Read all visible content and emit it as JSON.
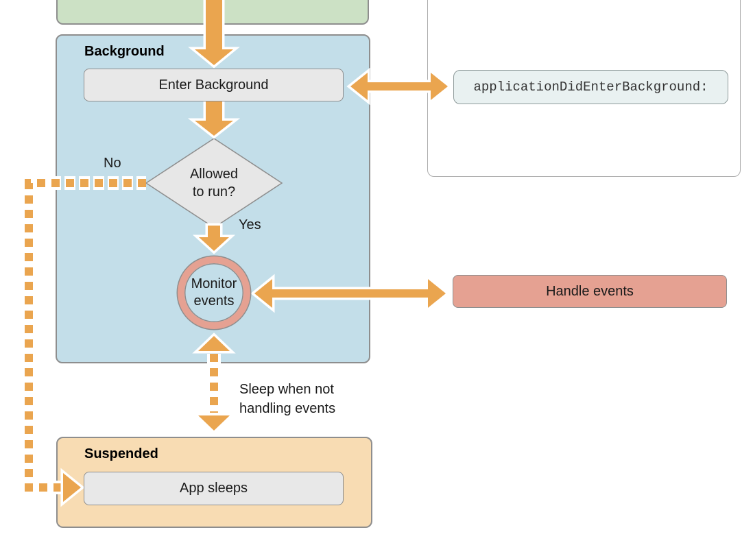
{
  "groups": {
    "background": {
      "title": "Background"
    },
    "suspended": {
      "title": "Suspended"
    }
  },
  "nodes": {
    "enter_background": {
      "label": "Enter Background"
    },
    "allowed_to_run": {
      "line1": "Allowed",
      "line2": "to run?"
    },
    "monitor_events": {
      "line1": "Monitor",
      "line2": "events"
    },
    "handle_events": {
      "label": "Handle events"
    },
    "app_sleeps": {
      "label": "App sleeps"
    },
    "callback_code": {
      "label": "applicationDidEnterBackground:"
    }
  },
  "edge_labels": {
    "no": "No",
    "yes": "Yes",
    "sleep_line1": "Sleep when not",
    "sleep_line2": "handling events"
  },
  "colors": {
    "arrow_orange": "#EAA54F",
    "background_state_fill": "#C3DEE9",
    "foreground_state_fill": "#CCE1C5",
    "suspended_state_fill": "#F8DCB3",
    "event_fill": "#E5A192",
    "node_fill": "#E8E8E8",
    "code_fill": "#E9F1F1",
    "border_gray": "#8E8E8E"
  }
}
